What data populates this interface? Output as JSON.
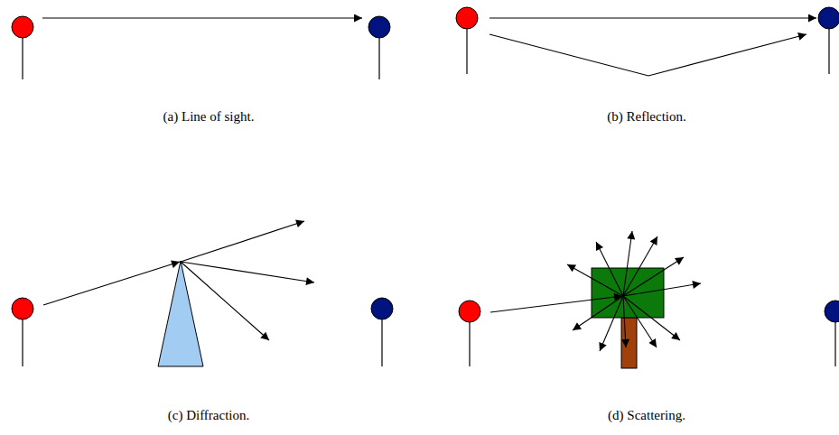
{
  "diagram": {
    "labels": [
      "(a) Line of sight.",
      "(b) Reflection.",
      "(c) Diffraction.",
      "(d) Scattering."
    ]
  }
}
